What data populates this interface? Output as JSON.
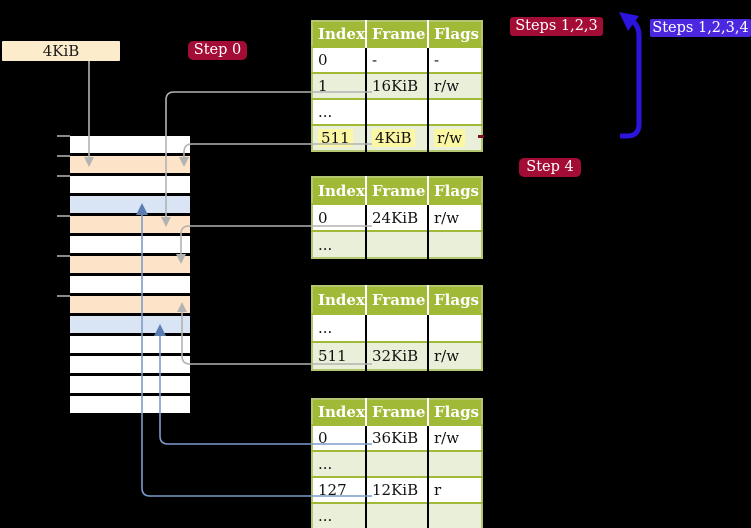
{
  "labels": {
    "frame_size": "4KiB",
    "step0": "Step 0",
    "steps123": "Steps 1,2,3",
    "steps1234": "Steps 1,2,3,4",
    "step4": "Step 4"
  },
  "colors": {
    "crimson_label_bg": "#a30d35",
    "blue_label_bg": "#4b28e0",
    "flow_arrow_blue": "#2b14dc",
    "gray_connector": "#b3b3b3",
    "steel_connector": "#7e9bca",
    "table_header_green": "#a0ba38",
    "table_row_green": "#e9efd9",
    "highlight_yellow": "#fbf7a3",
    "memory_frame_orange": "#fde4c9",
    "memory_frame_blue": "#d9e5f5",
    "frame_box_bg": "#fceccb"
  },
  "page_tables": [
    {
      "headers": [
        "Index",
        "Frame",
        "Flags"
      ],
      "rows": [
        {
          "cells": [
            "0",
            "-",
            "-"
          ],
          "highlight": false
        },
        {
          "cells": [
            "1",
            "16KiB",
            "r/w"
          ],
          "highlight": false
        },
        {
          "cells": [
            "...",
            "",
            ""
          ],
          "highlight": false
        },
        {
          "cells": [
            "511",
            "4KiB",
            "r/w"
          ],
          "highlight": true
        }
      ]
    },
    {
      "headers": [
        "Index",
        "Frame",
        "Flags"
      ],
      "rows": [
        {
          "cells": [
            "0",
            "24KiB",
            "r/w"
          ],
          "highlight": false
        },
        {
          "cells": [
            "...",
            "",
            ""
          ],
          "highlight": false
        }
      ]
    },
    {
      "headers": [
        "Index",
        "Frame",
        "Flags"
      ],
      "rows": [
        {
          "cells": [
            "...",
            "",
            ""
          ],
          "highlight": false
        },
        {
          "cells": [
            "511",
            "32KiB",
            "r/w"
          ],
          "highlight": false
        }
      ]
    },
    {
      "headers": [
        "Index",
        "Frame",
        "Flags"
      ],
      "rows": [
        {
          "cells": [
            "0",
            "36KiB",
            "r/w"
          ],
          "highlight": false
        },
        {
          "cells": [
            "...",
            "",
            ""
          ],
          "highlight": false
        },
        {
          "cells": [
            "127",
            "12KiB",
            "r"
          ],
          "highlight": false
        },
        {
          "cells": [
            "...",
            "",
            ""
          ],
          "highlight": false
        }
      ]
    }
  ],
  "memory": {
    "rows": [
      "white",
      "orange",
      "white",
      "blue",
      "orange",
      "white",
      "orange",
      "white",
      "orange",
      "blue",
      "white",
      "white",
      "white",
      "white"
    ]
  }
}
